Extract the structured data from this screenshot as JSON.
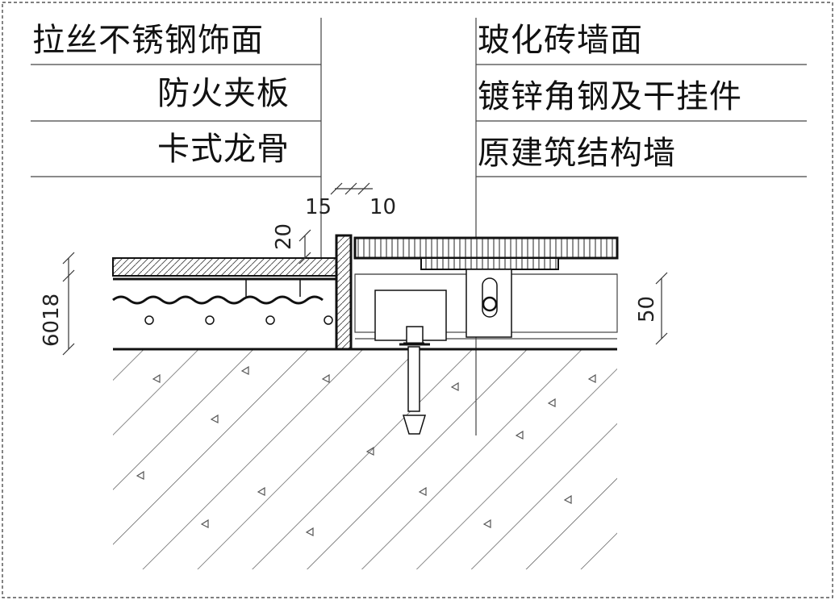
{
  "callouts_left": [
    "拉丝不锈钢饰面",
    "防火夹板",
    "卡式龙骨"
  ],
  "callouts_right": [
    "玻化砖墙面",
    "镀锌角钢及干挂件",
    "原建筑结构墙"
  ],
  "dimensions": {
    "d15": "15",
    "d10": "10",
    "d20": "20",
    "d50": "50",
    "d6018": "6018"
  }
}
